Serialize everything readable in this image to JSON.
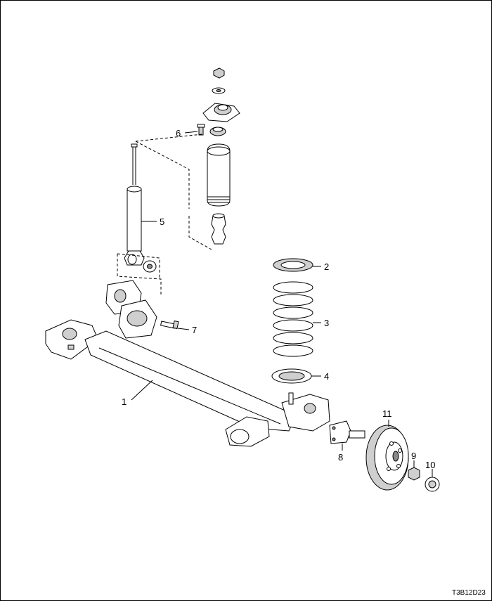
{
  "diagram": {
    "callouts": [
      {
        "id": "1",
        "text": "1"
      },
      {
        "id": "2",
        "text": "2"
      },
      {
        "id": "3",
        "text": "3"
      },
      {
        "id": "4",
        "text": "4"
      },
      {
        "id": "5",
        "text": "5"
      },
      {
        "id": "6",
        "text": "6"
      },
      {
        "id": "7",
        "text": "7"
      },
      {
        "id": "8",
        "text": "8"
      },
      {
        "id": "9",
        "text": "9"
      },
      {
        "id": "10",
        "text": "10"
      },
      {
        "id": "11",
        "text": "11"
      }
    ],
    "figure_code": "T3B12D23"
  }
}
